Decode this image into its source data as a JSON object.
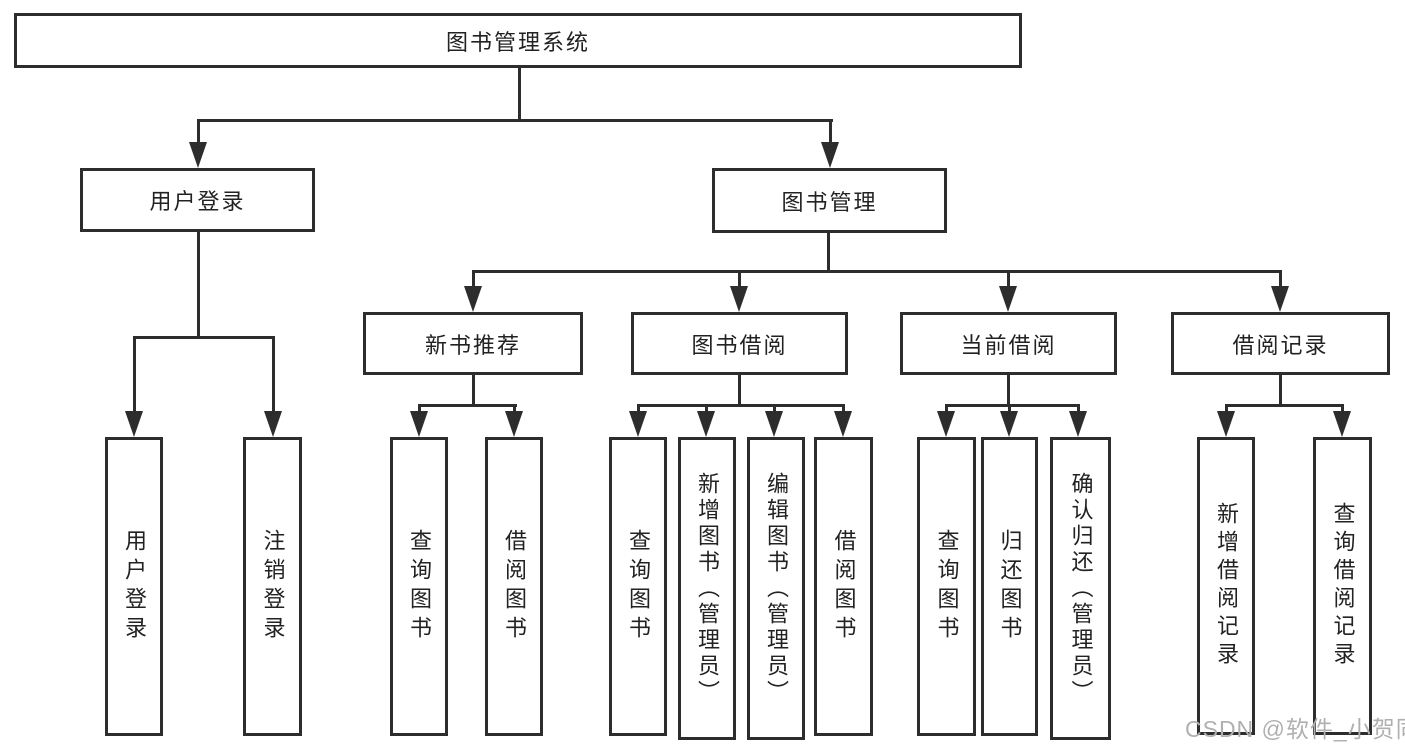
{
  "diagram": {
    "root": {
      "label": "图书管理系统"
    },
    "user_login_branch": {
      "label": "用户登录",
      "children": [
        {
          "label": "用户登录"
        },
        {
          "label": "注销登录"
        }
      ]
    },
    "book_mgmt_branch": {
      "label": "图书管理",
      "groups": [
        {
          "label": "新书推荐",
          "children": [
            {
              "label": "查询图书"
            },
            {
              "label": "借阅图书"
            }
          ]
        },
        {
          "label": "图书借阅",
          "children": [
            {
              "label": "查询图书"
            },
            {
              "label": "新增图书（管理员）"
            },
            {
              "label": "编辑图书（管理员）"
            },
            {
              "label": "借阅图书"
            }
          ]
        },
        {
          "label": "当前借阅",
          "children": [
            {
              "label": "查询图书"
            },
            {
              "label": "归还图书"
            },
            {
              "label": "确认归还（管理员）"
            }
          ]
        },
        {
          "label": "借阅记录",
          "children": [
            {
              "label": "新增借阅记录"
            },
            {
              "label": "查询借阅记录"
            }
          ]
        }
      ]
    }
  },
  "watermark": {
    "text": "CSDN @软件_小贺同学"
  },
  "colors": {
    "line": "#2d2d2d",
    "text": "#222222",
    "watermark": "#b0b0b0",
    "background": "#ffffff"
  }
}
